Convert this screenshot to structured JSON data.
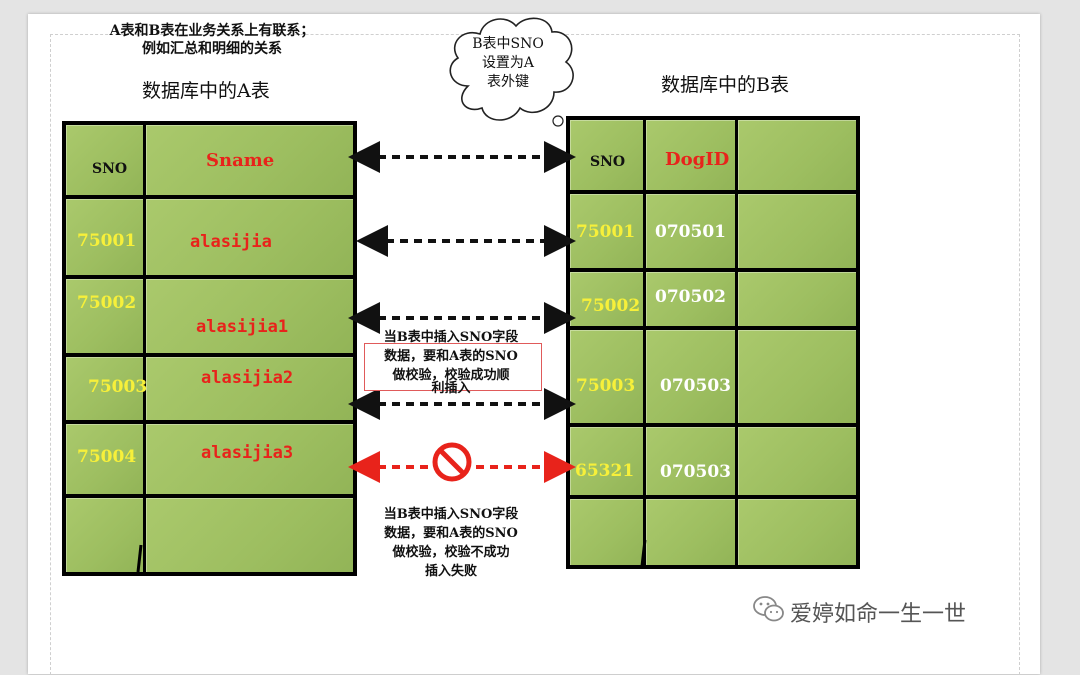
{
  "top_note": {
    "line1": "A表和B表在业务关系上有联系；",
    "line2": "例如汇总和明细的关系"
  },
  "table_a": {
    "title": "数据库中的A表",
    "header": {
      "col1": "SNO",
      "col2": "Sname"
    },
    "rows": [
      {
        "sno": "75001",
        "name": "alasijia"
      },
      {
        "sno": "75002",
        "name": "alasijia1"
      },
      {
        "sno": "75003",
        "name": "alasijia2"
      },
      {
        "sno": "75004",
        "name": "alasijia3"
      }
    ]
  },
  "table_b": {
    "title": "数据库中的B表",
    "header": {
      "col1": "SNO",
      "col2": "DogID",
      "col3": ""
    },
    "rows": [
      {
        "sno": "75001",
        "dog": "070501"
      },
      {
        "sno": "75002",
        "dog": "070502"
      },
      {
        "sno": "75003",
        "dog": "070503"
      },
      {
        "sno": "65321",
        "dog": "070503"
      }
    ]
  },
  "cloud": {
    "line1": "B表中SNO",
    "line2": "设置为A",
    "line3": "表外键"
  },
  "success_note": {
    "line1": "当B表中插入SNO字段",
    "line2": "数据，要和A表的SNO",
    "line3": "做校验，校验成功顺",
    "line4": "利插入"
  },
  "fail_note": {
    "line1": "当B表中插入SNO字段",
    "line2": "数据，要和A表的SNO",
    "line3": "做校验，校验不成功",
    "line4": "插入失败"
  },
  "watermark": "爱婷如命一生一世",
  "colors": {
    "cell_green": "#9dbe60",
    "arrow_black": "#111111",
    "arrow_red": "#e8231b",
    "sno_yellow": "#f7f03a"
  }
}
